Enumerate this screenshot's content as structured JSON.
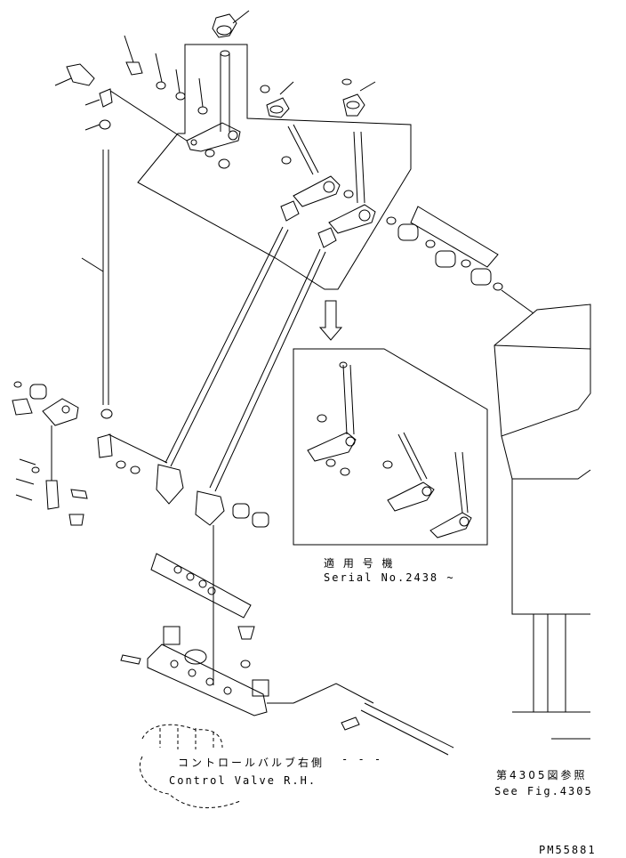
{
  "detail_inset": {
    "applicable_label": "適 用 号 機",
    "serial_label": "Serial No.2438 ~"
  },
  "control_valve": {
    "label_jp": "コントロールバルブ右側",
    "label_en": "Control Valve R.H."
  },
  "fig_reference": {
    "label_jp": "第4305図参照",
    "label_en": "See Fig.4305"
  },
  "drawing_code": "PM55881",
  "dashes": "- - -"
}
